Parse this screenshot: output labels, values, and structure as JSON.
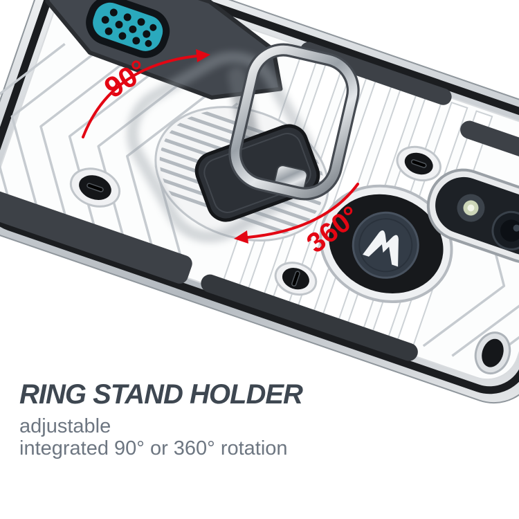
{
  "annotations": {
    "angle_90": "90°",
    "angle_360": "360°",
    "arrow_color": "#e30613"
  },
  "caption": {
    "title": "RING STAND HOLDER",
    "line1": "adjustable",
    "line2": "integrated 90° or 360° rotation",
    "title_color": "#3e4751",
    "subtitle_color": "#6d7681"
  },
  "product": {
    "name": "armor phone case with ring stand holder",
    "brand_logo": "motorola-batwing",
    "colors": {
      "case_silver": "#d2d6da",
      "case_deck_white": "#fcfdfd",
      "accent_dark_gray": "#42474e",
      "tpu_black": "#1b1d20",
      "speaker_grille_teal": "#2aa9bd",
      "ring_chrome": "#c7ccd1",
      "logo_dimple_navy": "#333c47"
    }
  }
}
